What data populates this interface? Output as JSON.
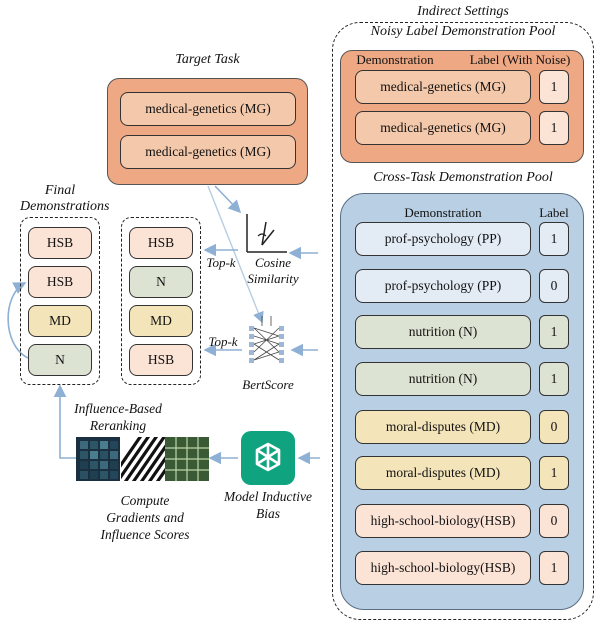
{
  "colors": {
    "orange_panel": "#eea884",
    "orange_cell": "#f4c8aa",
    "blue_panel": "#b9cfe3",
    "blue_cell": "#e3ebf4",
    "hsb_cell": "#fbe3d6",
    "n_cell": "#dde3d3",
    "md_cell": "#f4e4b9",
    "arrow": "#8db0d4",
    "check_green": "#6ab04c",
    "ban_red": "#c0392b",
    "chatgpt_green": "#10a37f"
  },
  "indirect": {
    "title": "Indirect Settings",
    "noisy_pool_title": "Noisy Label Demonstration Pool",
    "noisy_demo_header": "Demonstration",
    "noisy_label_header": "Label (With Noise)",
    "noisy_rows": [
      {
        "demo": "medical-genetics (MG)",
        "label": "1",
        "mark": "check-icon"
      },
      {
        "demo": "medical-genetics (MG)",
        "label": "1",
        "mark": "ban-icon"
      }
    ],
    "cross_pool_title": "Cross-Task Demonstration Pool",
    "cross_demo_header": "Demonstration",
    "cross_label_header": "Label",
    "cross_rows": [
      {
        "demo": "prof-psychology (PP)",
        "label": "1"
      },
      {
        "demo": "prof-psychology (PP)",
        "label": "0"
      },
      {
        "demo": "nutrition (N)",
        "label": "1"
      },
      {
        "demo": "nutrition (N)",
        "label": "1"
      },
      {
        "demo": "moral-disputes (MD)",
        "label": "0"
      },
      {
        "demo": "moral-disputes (MD)",
        "label": "1"
      },
      {
        "demo": "high-school-biology(HSB)",
        "label": "0"
      },
      {
        "demo": "high-school-biology(HSB)",
        "label": "1"
      }
    ]
  },
  "target": {
    "title": "Target Task",
    "items": [
      "medical-genetics (MG)",
      "medical-genetics (MG)"
    ]
  },
  "final": {
    "title_line1": "Final",
    "title_line2": "Demonstrations",
    "items": [
      "HSB",
      "HSB",
      "MD",
      "N"
    ]
  },
  "candidates": {
    "items": [
      "HSB",
      "N",
      "MD",
      "HSB"
    ]
  },
  "labels": {
    "topk_1": "Top-k",
    "topk_2": "Top-k",
    "cosine_line1": "Cosine",
    "cosine_line2": "Similarity",
    "bertscore": "BertScore",
    "influence_line1": "Influence-Based",
    "influence_line2": "Reranking",
    "compute_line1": "Compute",
    "compute_line2": "Gradients and",
    "compute_line3": "Influence Scores",
    "model_line1": "Model Inductive",
    "model_line2": "Bias"
  }
}
